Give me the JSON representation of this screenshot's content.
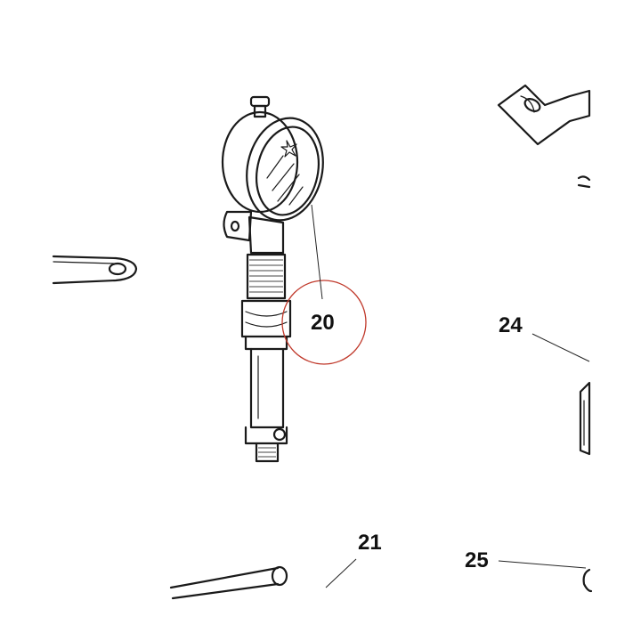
{
  "callouts": [
    {
      "id": "20",
      "label": "20"
    },
    {
      "id": "21",
      "label": "21"
    },
    {
      "id": "24",
      "label": "24"
    },
    {
      "id": "25",
      "label": "25"
    }
  ],
  "colors": {
    "line": "#1a1a1a",
    "highlight_circle": "#c0392b",
    "background": "#ffffff"
  }
}
